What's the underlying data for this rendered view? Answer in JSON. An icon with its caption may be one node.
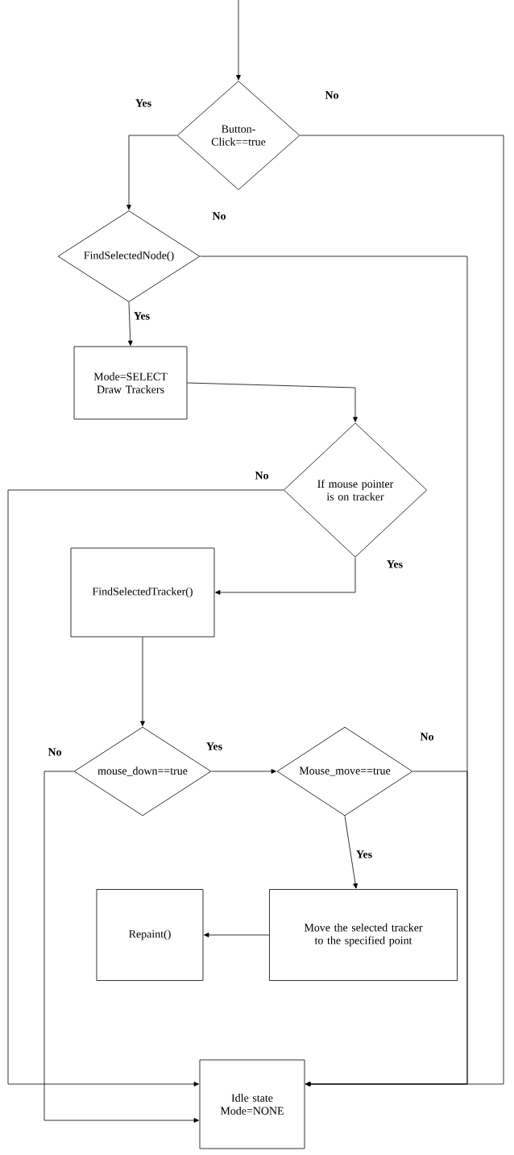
{
  "diagram": {
    "nodes": [
      {
        "text": [
          "Button-Click==true"
        ]
      },
      {
        "text": [
          "FindSelectedNode()"
        ]
      },
      {
        "text": [
          "Mode=SELECT Draw Trackers"
        ]
      },
      {
        "text": [
          "If mouse pointer is on tracker"
        ]
      },
      {
        "text": [
          "FindSelectedTracker()"
        ]
      },
      {
        "text": [
          "mouse_down==true"
        ]
      },
      {
        "text": [
          "Mouse_move==true"
        ]
      },
      {
        "text": [
          "Move the selected tracker to the specified point"
        ]
      },
      {
        "text": [
          "Repaint()"
        ]
      },
      {
        "text": [
          "Idle state Mode=NONE"
        ]
      }
    ],
    "edges": [
      {
        "from": null,
        "to": 0,
        "arrow": "to"
      },
      {
        "from": 0,
        "to": 1,
        "arrow": "to",
        "label": "Yes"
      },
      {
        "from": 0,
        "to": 9,
        "arrow": "to",
        "label": "No"
      },
      {
        "from": 1,
        "to": 9,
        "arrow": "to",
        "label": "No"
      },
      {
        "from": 1,
        "to": 2,
        "arrow": "to",
        "label": "Yes"
      },
      {
        "from": 2,
        "to": 3,
        "arrow": "to"
      },
      {
        "from": 3,
        "to": 9,
        "arrow": "to",
        "label": "No"
      },
      {
        "from": 3,
        "to": 4,
        "arrow": "to",
        "label": "Yes"
      },
      {
        "from": 4,
        "to": 5,
        "arrow": "to"
      },
      {
        "from": 5,
        "to": 6,
        "arrow": "to",
        "label": "Yes"
      },
      {
        "from": 5,
        "to": 9,
        "arrow": "to",
        "label": "No"
      },
      {
        "from": 6,
        "to": 9,
        "arrow": "to",
        "label": "No"
      },
      {
        "from": 6,
        "to": 7,
        "arrow": "to",
        "label": "Yes"
      },
      {
        "from": 7,
        "to": 8,
        "arrow": "to"
      }
    ]
  }
}
